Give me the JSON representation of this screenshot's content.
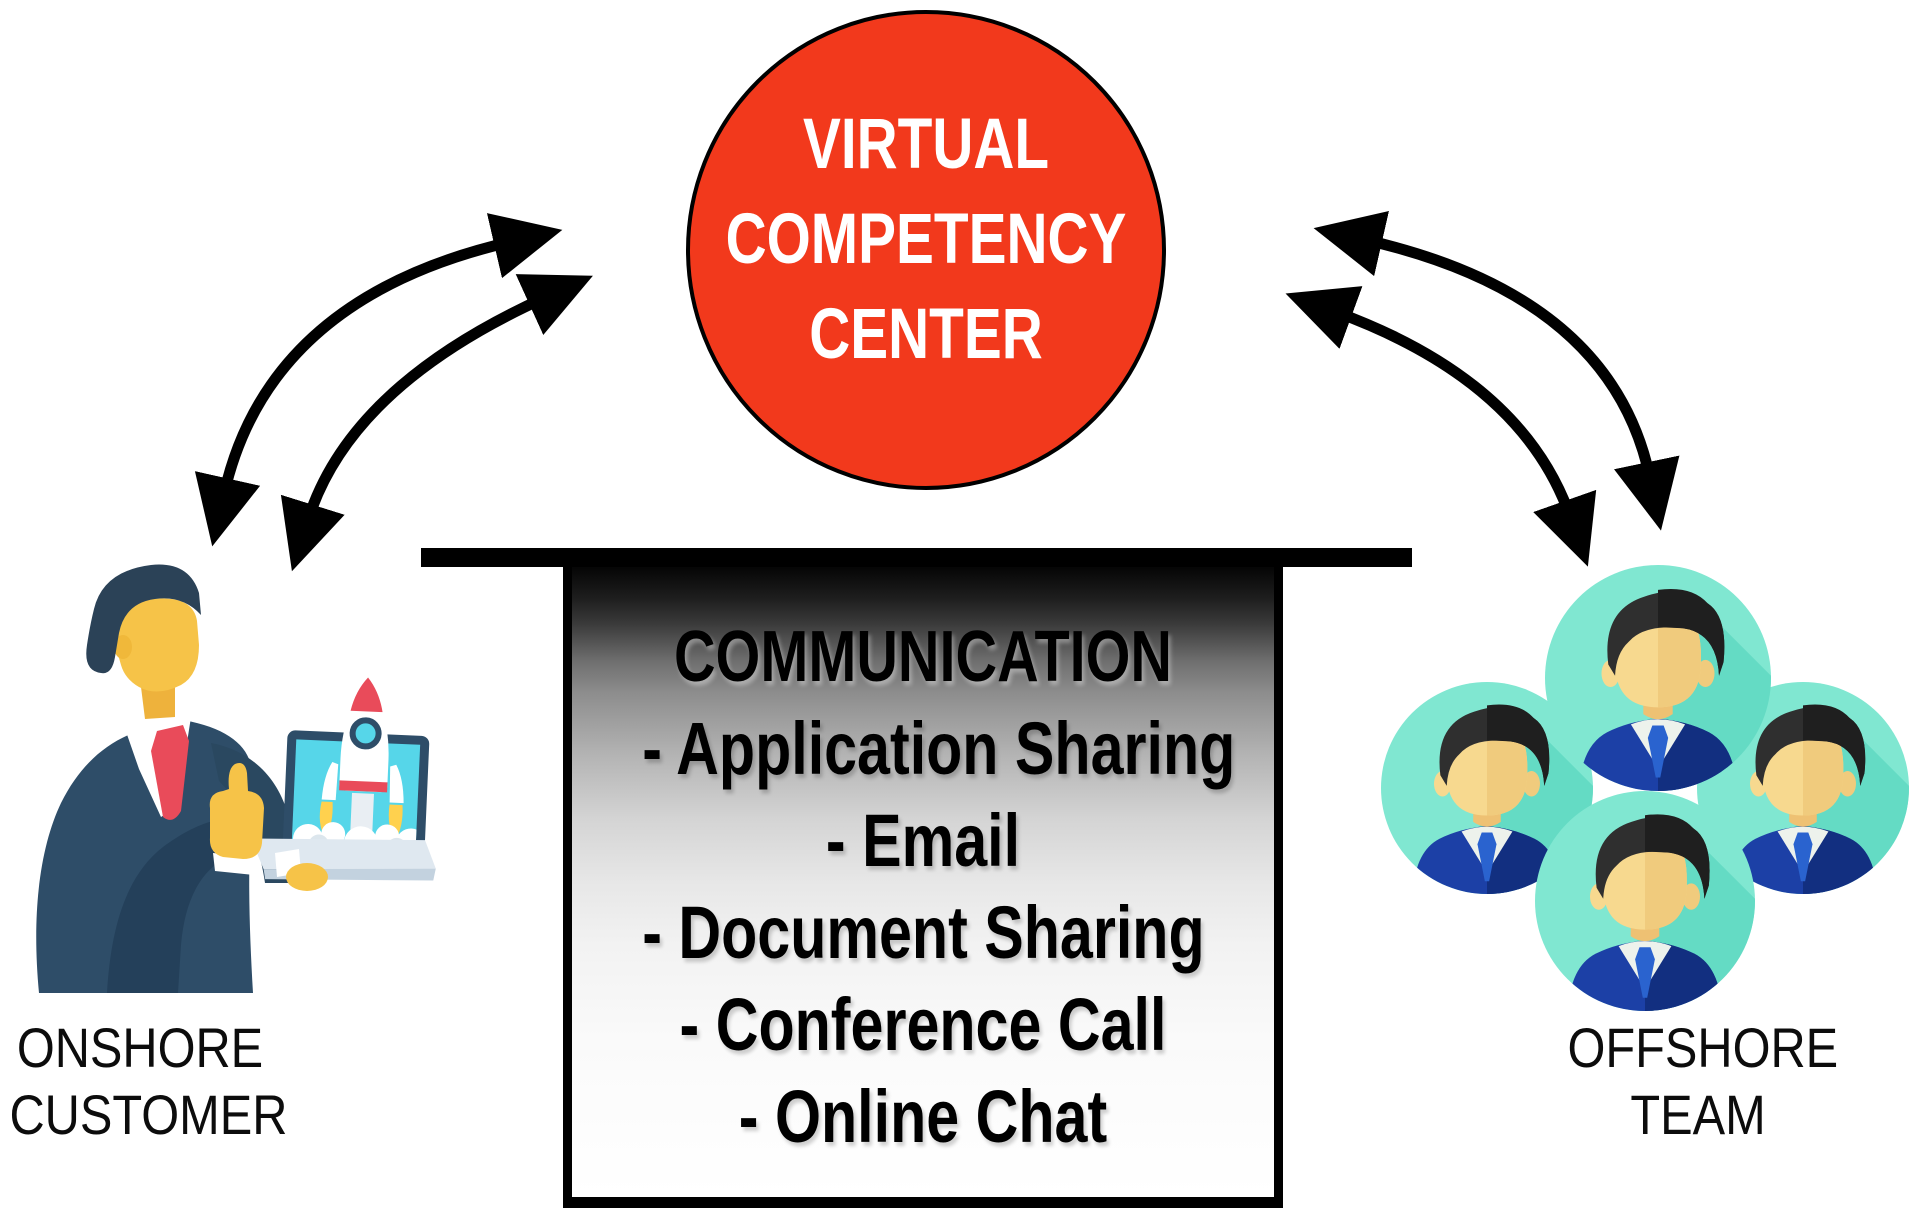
{
  "center_circle": {
    "line1": "VIRTUAL",
    "line2": "COMPETENCY",
    "line3": "CENTER",
    "fill_color": "#f2391c",
    "text_color": "#ffffff"
  },
  "communication_box": {
    "title": "COMMUNICATION",
    "items": [
      "- Application Sharing",
      "- Email",
      "- Document Sharing",
      "- Conference Call",
      "- Online Chat"
    ]
  },
  "labels": {
    "onshore_line1": "ONSHORE",
    "onshore_line2": "CUSTOMER",
    "offshore_line1": "OFFSHORE",
    "offshore_line2": "TEAM"
  },
  "illustrations": {
    "left": "onshore-customer-man-with-laptop-rocket-icon",
    "right": "offshore-team-four-avatars-icon",
    "arrows": "curved-double-headed-arrows"
  },
  "colors": {
    "arrow_black": "#000000",
    "bar_black": "#000000",
    "box_gradient_top": "#050505",
    "box_gradient_bottom": "#ffffff",
    "suit_slate": "#2e4d68",
    "skin_gold": "#f6c348",
    "tie_red": "#e94b5a",
    "screen_cyan": "#56d6e9",
    "rocket_red": "#e94b5a",
    "flame_yellow": "#ffd14e",
    "laptop_base_gray": "#dfe8f0",
    "team_circle_mint": "#80e7d1",
    "team_circle_shadow": "#5fd8c2",
    "team_suit_navy": "#1c40a6",
    "team_suit_navy_dark": "#122f80",
    "team_skin": "#f7d98f",
    "team_skin_dark": "#f0cb7d",
    "team_hair": "#2f2f2f",
    "team_tie_blue": "#2a63cf"
  }
}
